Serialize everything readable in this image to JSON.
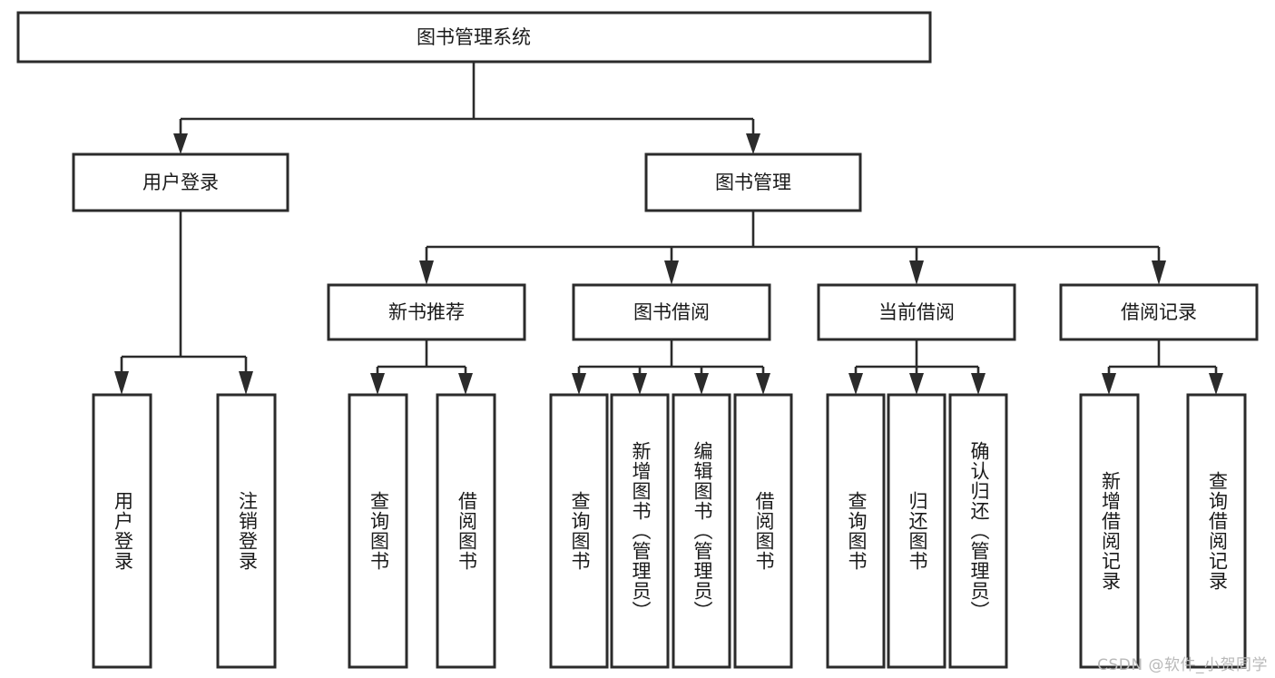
{
  "diagram": {
    "type": "tree",
    "title": "图书管理系统",
    "watermark": "CSDN @软件_小贺同学",
    "colors": {
      "box_stroke": "#2b2b2b",
      "box_fill": "#ffffff",
      "connector": "#2b2b2b",
      "text": "#1a1a1a",
      "watermark": "#b9b9b9",
      "background": "#ffffff"
    },
    "root": {
      "label": "图书管理系统"
    },
    "level2": [
      {
        "label": "用户登录"
      },
      {
        "label": "图书管理"
      }
    ],
    "level3": [
      {
        "label": "新书推荐"
      },
      {
        "label": "图书借阅"
      },
      {
        "label": "当前借阅"
      },
      {
        "label": "借阅记录"
      }
    ],
    "leaves": {
      "user_login": [
        {
          "label": "用户登录"
        },
        {
          "label": "注销登录"
        }
      ],
      "new_book_recommend": [
        {
          "label": "查询图书"
        },
        {
          "label": "借阅图书"
        }
      ],
      "book_borrow": [
        {
          "label": "查询图书"
        },
        {
          "label": "新增图书（管理员）"
        },
        {
          "label": "编辑图书（管理员）"
        },
        {
          "label": "借阅图书"
        }
      ],
      "current_borrow": [
        {
          "label": "查询图书"
        },
        {
          "label": "归还图书"
        },
        {
          "label": "确认归还（管理员）"
        }
      ],
      "borrow_record": [
        {
          "label": "新增借阅记录"
        },
        {
          "label": "查询借阅记录"
        }
      ]
    }
  }
}
